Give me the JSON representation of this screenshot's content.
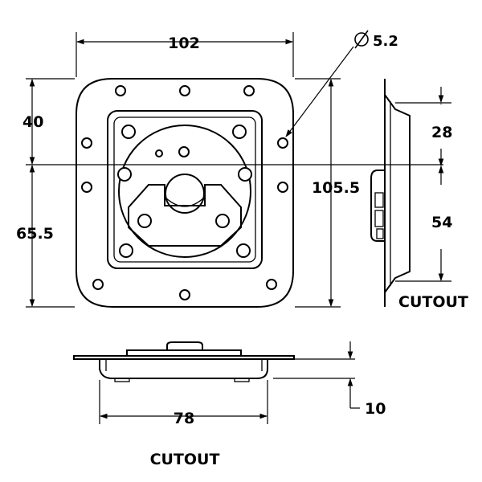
{
  "dimensions": {
    "overall_width": "102",
    "overall_height": "105.5",
    "upper_offset": "40",
    "lower_offset": "65.5",
    "hole_diameter": "5.2",
    "cutout_upper": "28",
    "cutout_lower": "54",
    "cutout_width": "78",
    "depth": "10"
  },
  "labels": {
    "cutout_side": "CUTOUT",
    "cutout_bottom": "CUTOUT"
  },
  "symbols": {
    "diameter": "diameter-icon"
  }
}
